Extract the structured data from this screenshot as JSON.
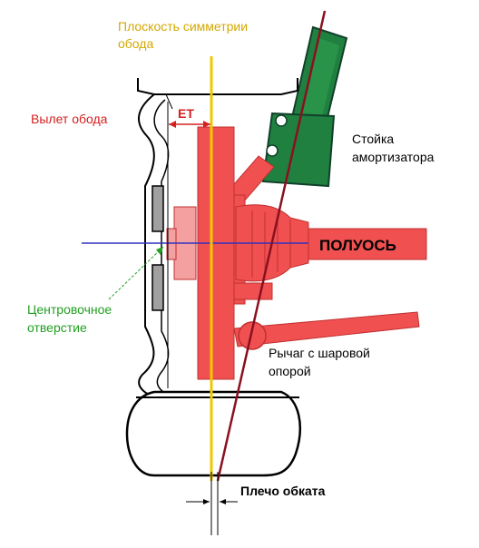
{
  "labels": {
    "symmetry_plane_line1": "Плоскость симметрии",
    "symmetry_plane_line2": "обода",
    "rim_offset": "Вылет обода",
    "et": "ET",
    "strut_line1": "Стойка",
    "strut_line2": "амортизатора",
    "half_axle": "ПОЛУОСЬ",
    "center_bore_line1": "Центровочное",
    "center_bore_line2": "отверстие",
    "arm_line1": "Рычаг с шаровой",
    "arm_line2": "опорой",
    "scrub_radius": "Плечо обката"
  },
  "colors": {
    "symmetry_label": "#d4a800",
    "rim_offset_label": "#d42020",
    "center_bore_label": "#20a020",
    "dark_label": "#000000",
    "hub_red": "#f05050",
    "hub_pink": "#f4a0a0",
    "strut_green": "#208040",
    "strut_dark": "#10402a",
    "yellow_line": "#f0c800",
    "axis_blue": "#3030c0",
    "steer_axis": "#8a1020",
    "rim_gray": "#a0a0a0"
  }
}
